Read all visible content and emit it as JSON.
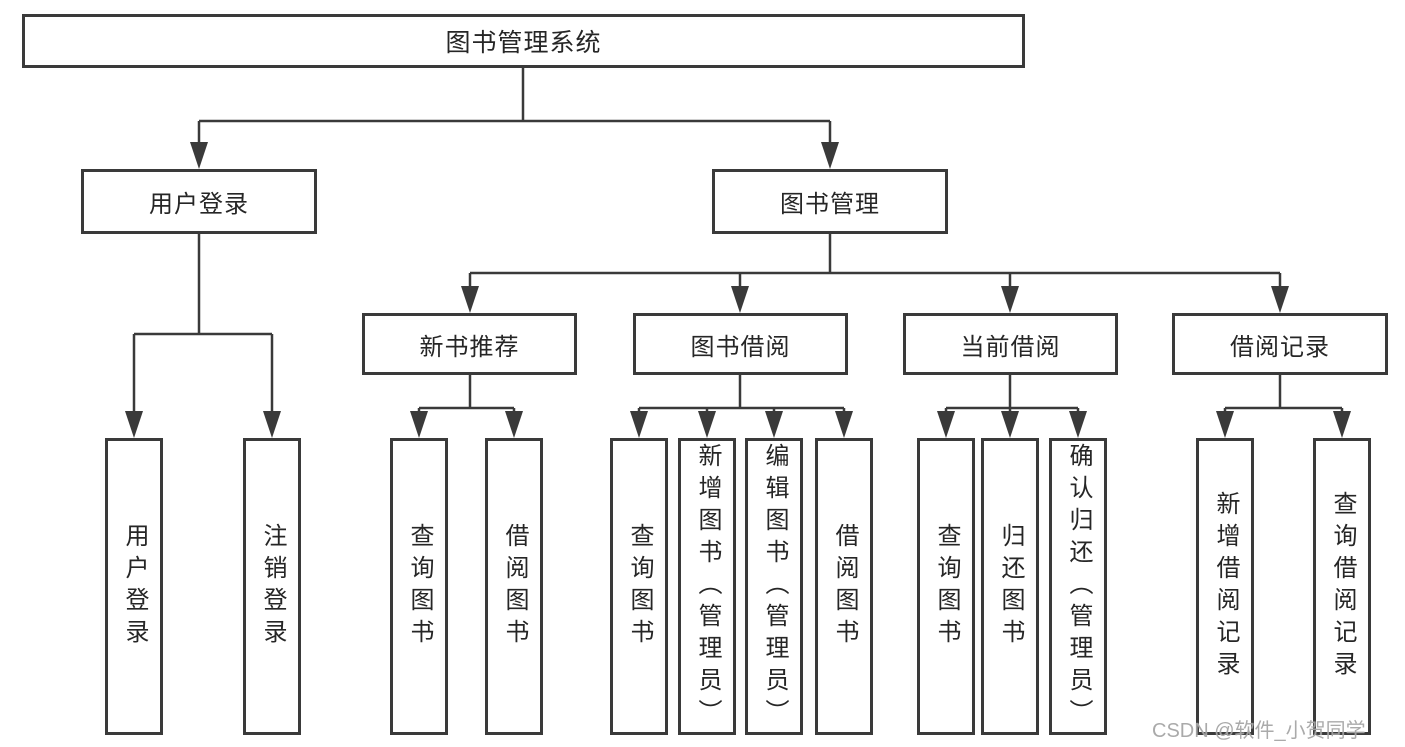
{
  "diagram_type": "hierarchy-tree",
  "colors": {
    "line": "#3a3a3a",
    "box_border": "#3a3a3a",
    "box_fill": "#ffffff",
    "text": "#262626",
    "watermark": "#9e9e9e",
    "background": "#ffffff"
  },
  "watermark": {
    "text": "CSDN @软件_小贺同学"
  },
  "structure": {
    "root_label": "图书管理系统",
    "children": [
      {
        "label": "用户登录",
        "children": [
          "用户登录",
          "注销登录"
        ]
      },
      {
        "label": "图书管理",
        "children": [
          {
            "label": "新书推荐",
            "children": [
              "查询图书",
              "借阅图书"
            ]
          },
          {
            "label": "图书借阅",
            "children": [
              "查询图书",
              "新增图书（管理员）",
              "编辑图书（管理员）",
              "借阅图书"
            ]
          },
          {
            "label": "当前借阅",
            "children": [
              "查询图书",
              "归还图书",
              "确认归还（管理员）"
            ]
          },
          {
            "label": "借阅记录",
            "children": [
              "新增借阅记录",
              "查询借阅记录"
            ]
          }
        ]
      }
    ]
  }
}
